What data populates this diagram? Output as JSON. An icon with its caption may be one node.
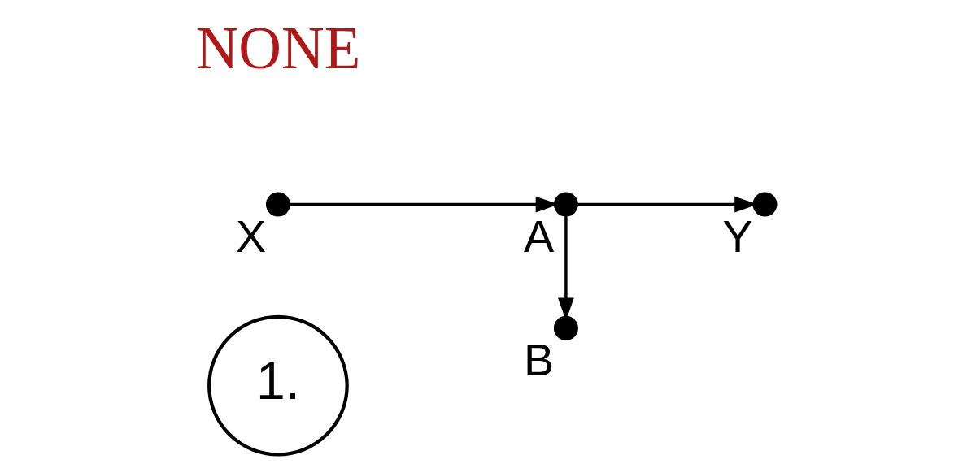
{
  "diagram": {
    "nodes": [
      {
        "text": [
          "1."
        ]
      },
      {
        "text": [
          "X"
        ]
      },
      {
        "text": [
          "A"
        ]
      },
      {
        "text": [
          "Y"
        ]
      },
      {
        "text": [
          "B"
        ]
      }
    ],
    "edges": [
      {
        "from": 1,
        "to": 2,
        "arrow": "to"
      },
      {
        "from": 2,
        "to": 3,
        "arrow": "to"
      },
      {
        "from": 2,
        "to": 4,
        "arrow": "to"
      }
    ],
    "labels": [
      "NONE"
    ]
  }
}
